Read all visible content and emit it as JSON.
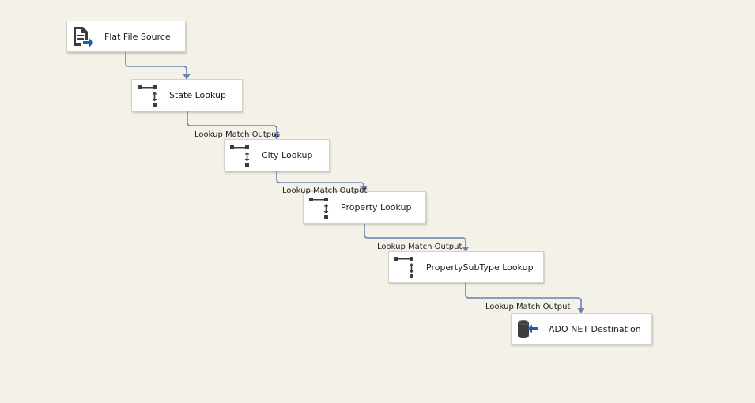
{
  "nodes": {
    "flat_file_source": {
      "label": "Flat File Source",
      "icon": "flat-file-source-icon"
    },
    "state_lookup": {
      "label": "State Lookup",
      "icon": "lookup-icon"
    },
    "city_lookup": {
      "label": "City Lookup",
      "icon": "lookup-icon"
    },
    "property_lookup": {
      "label": "Property Lookup",
      "icon": "lookup-icon"
    },
    "propertysubtype_lookup": {
      "label": "PropertySubType Lookup",
      "icon": "lookup-icon"
    },
    "ado_net_destination": {
      "label": "ADO NET Destination",
      "icon": "ado-net-destination-icon"
    }
  },
  "paths": [
    {
      "label": ""
    },
    {
      "label": "Lookup Match Output"
    },
    {
      "label": "Lookup Match Output"
    },
    {
      "label": "Lookup Match Output"
    },
    {
      "label": "Lookup Match Output"
    }
  ],
  "colors": {
    "canvas": "#f4f1e9",
    "connector": "#6a83aa",
    "node_border": "#d4d1c8",
    "icon_dark": "#3c3c3c",
    "icon_accent": "#1f5fa8"
  }
}
